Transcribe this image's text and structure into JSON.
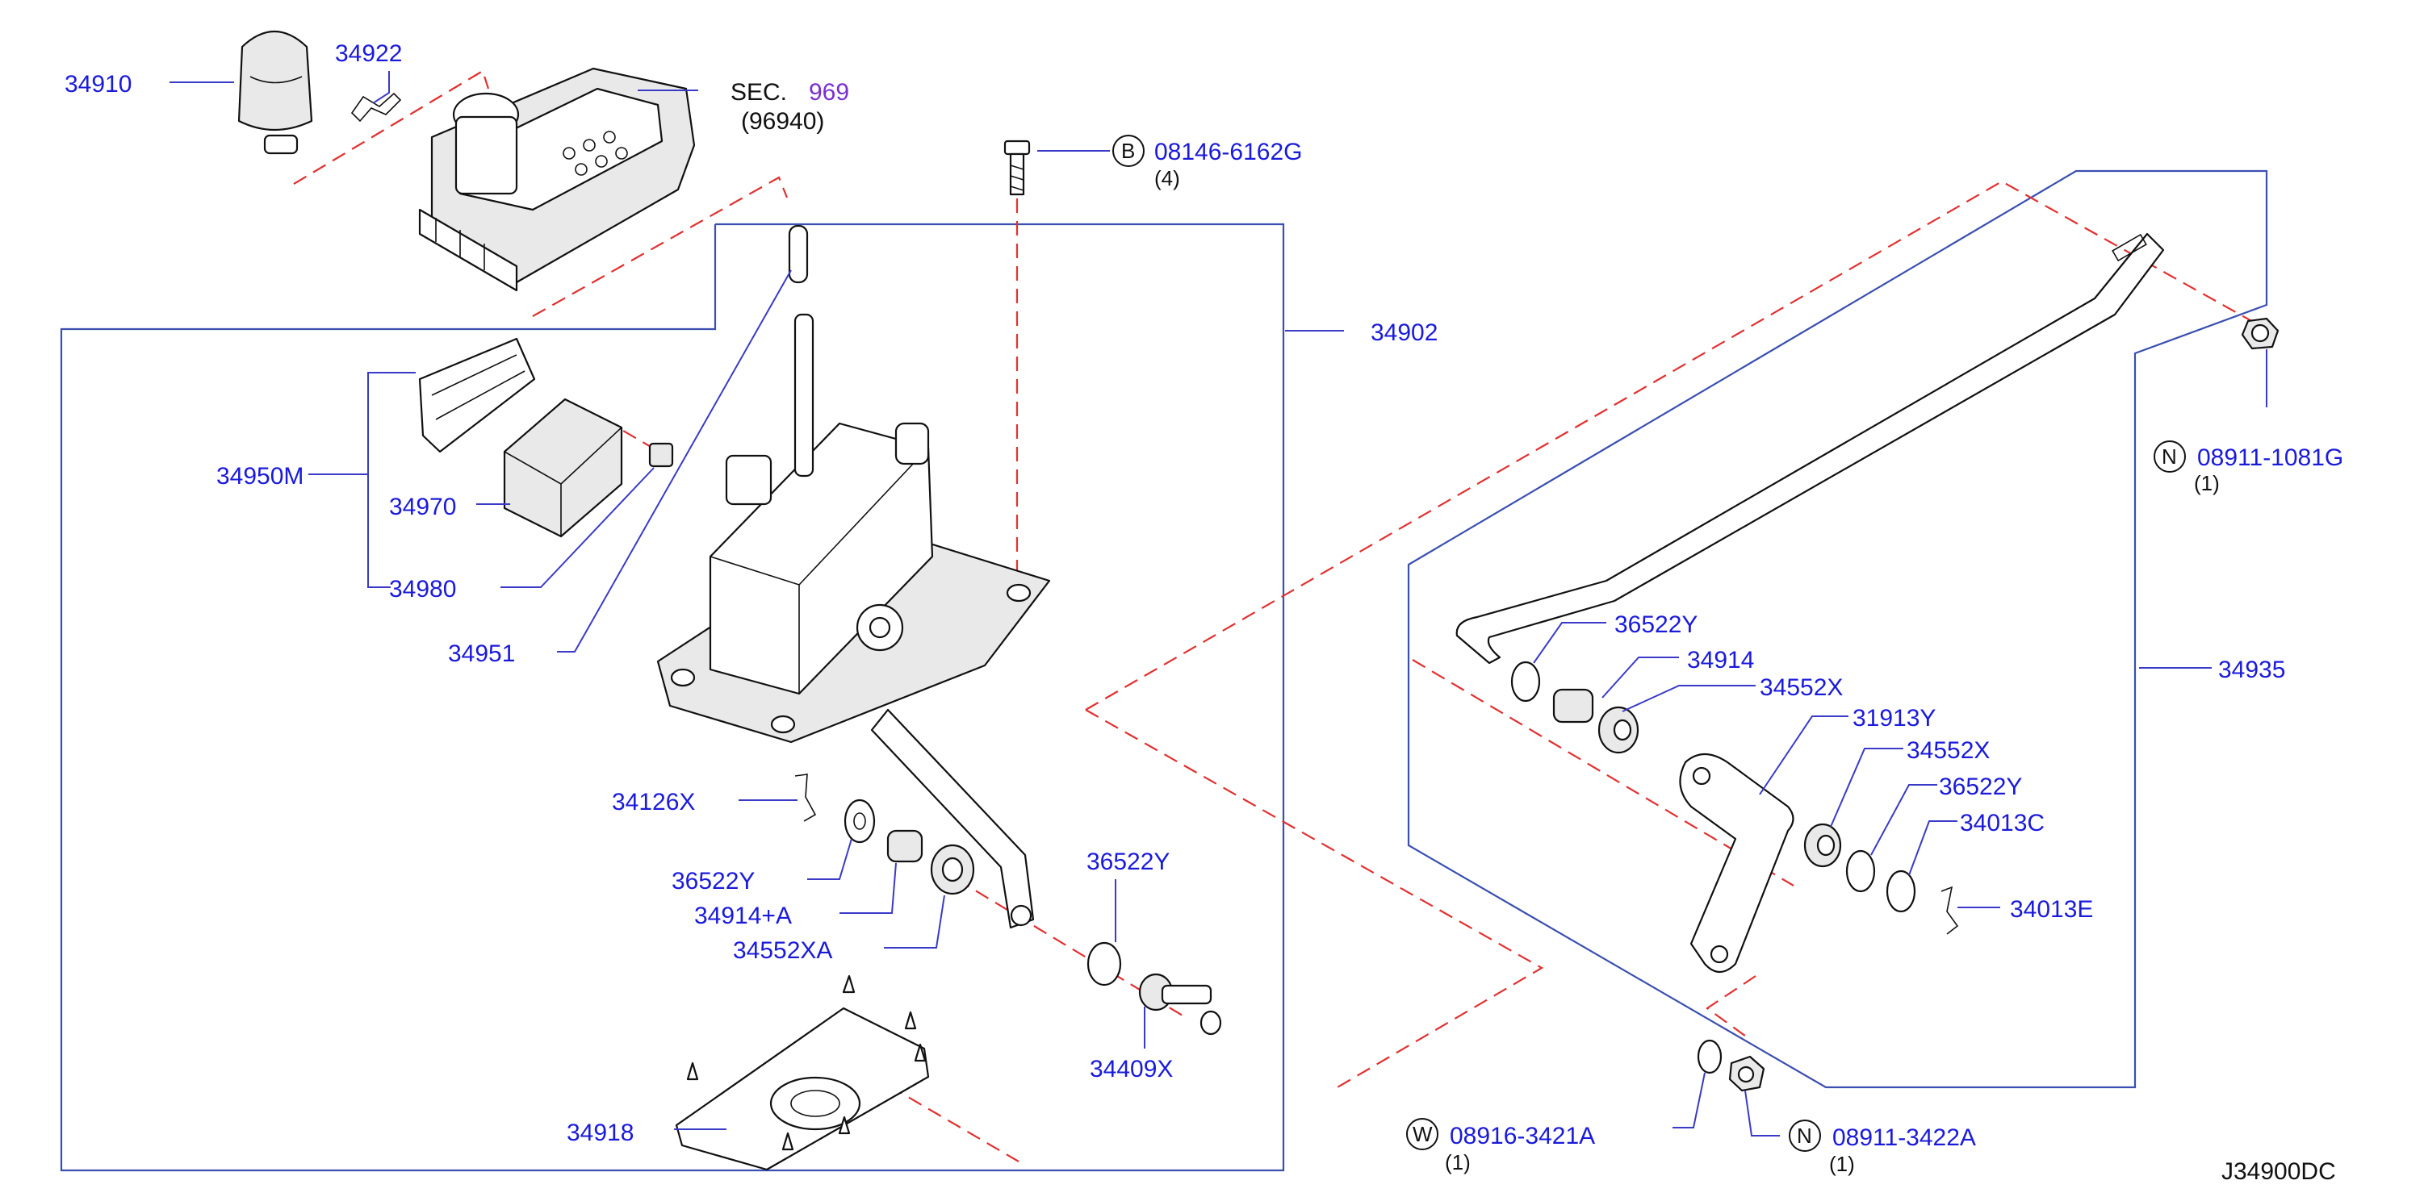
{
  "diagram_code": "J34900DC",
  "section_ref": {
    "prefix": "SEC.",
    "number": "969",
    "sub": "(96940)"
  },
  "parts": {
    "p34910": "34910",
    "p34922": "34922",
    "p34950M": "34950M",
    "p34970": "34970",
    "p34980": "34980",
    "p34951": "34951",
    "p34902": "34902",
    "p34126X": "34126X",
    "p36522Y_a": "36522Y",
    "p34914A": "34914+A",
    "p34552XA": "34552XA",
    "p36522Y_b": "36522Y",
    "p34409X": "34409X",
    "p34918": "34918",
    "p36522Y_c": "36522Y",
    "p34914": "34914",
    "p34552X_a": "34552X",
    "p31913Y": "31913Y",
    "p34552X_b": "34552X",
    "p36522Y_d": "36522Y",
    "p34013C": "34013C",
    "p34013E": "34013E",
    "p34935": "34935"
  },
  "fasteners": {
    "bolt": {
      "symbol": "B",
      "number": "08146-6162G",
      "qty": "(4)"
    },
    "nut_top": {
      "symbol": "N",
      "number": "08911-1081G",
      "qty": "(1)"
    },
    "washer": {
      "symbol": "W",
      "number": "08916-3421A",
      "qty": "(1)"
    },
    "nut_bot": {
      "symbol": "N",
      "number": "08911-3422A",
      "qty": "(1)"
    }
  },
  "colors": {
    "label": "#1a1adb",
    "frame": "#3a4fb0",
    "dash": "#e23030",
    "section_link": "#7a2fd0"
  }
}
